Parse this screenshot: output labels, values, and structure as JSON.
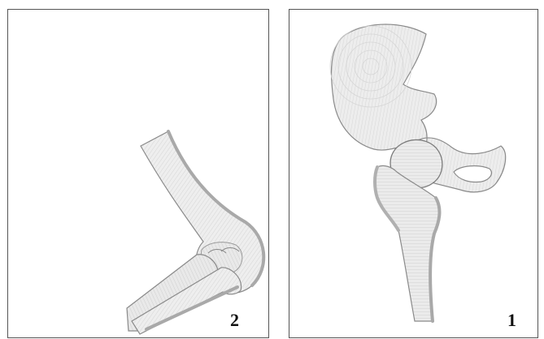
{
  "figures": [
    {
      "id": "left",
      "number": "2",
      "subject": "knee-joint"
    },
    {
      "id": "right",
      "number": "1",
      "subject": "hip-joint"
    }
  ],
  "colors": {
    "border": "#555555",
    "bone_fill": "#ececec",
    "bone_line": "#c8c8c8",
    "bone_outline": "#8a8a8a",
    "shadow": "#a9a9a9"
  }
}
